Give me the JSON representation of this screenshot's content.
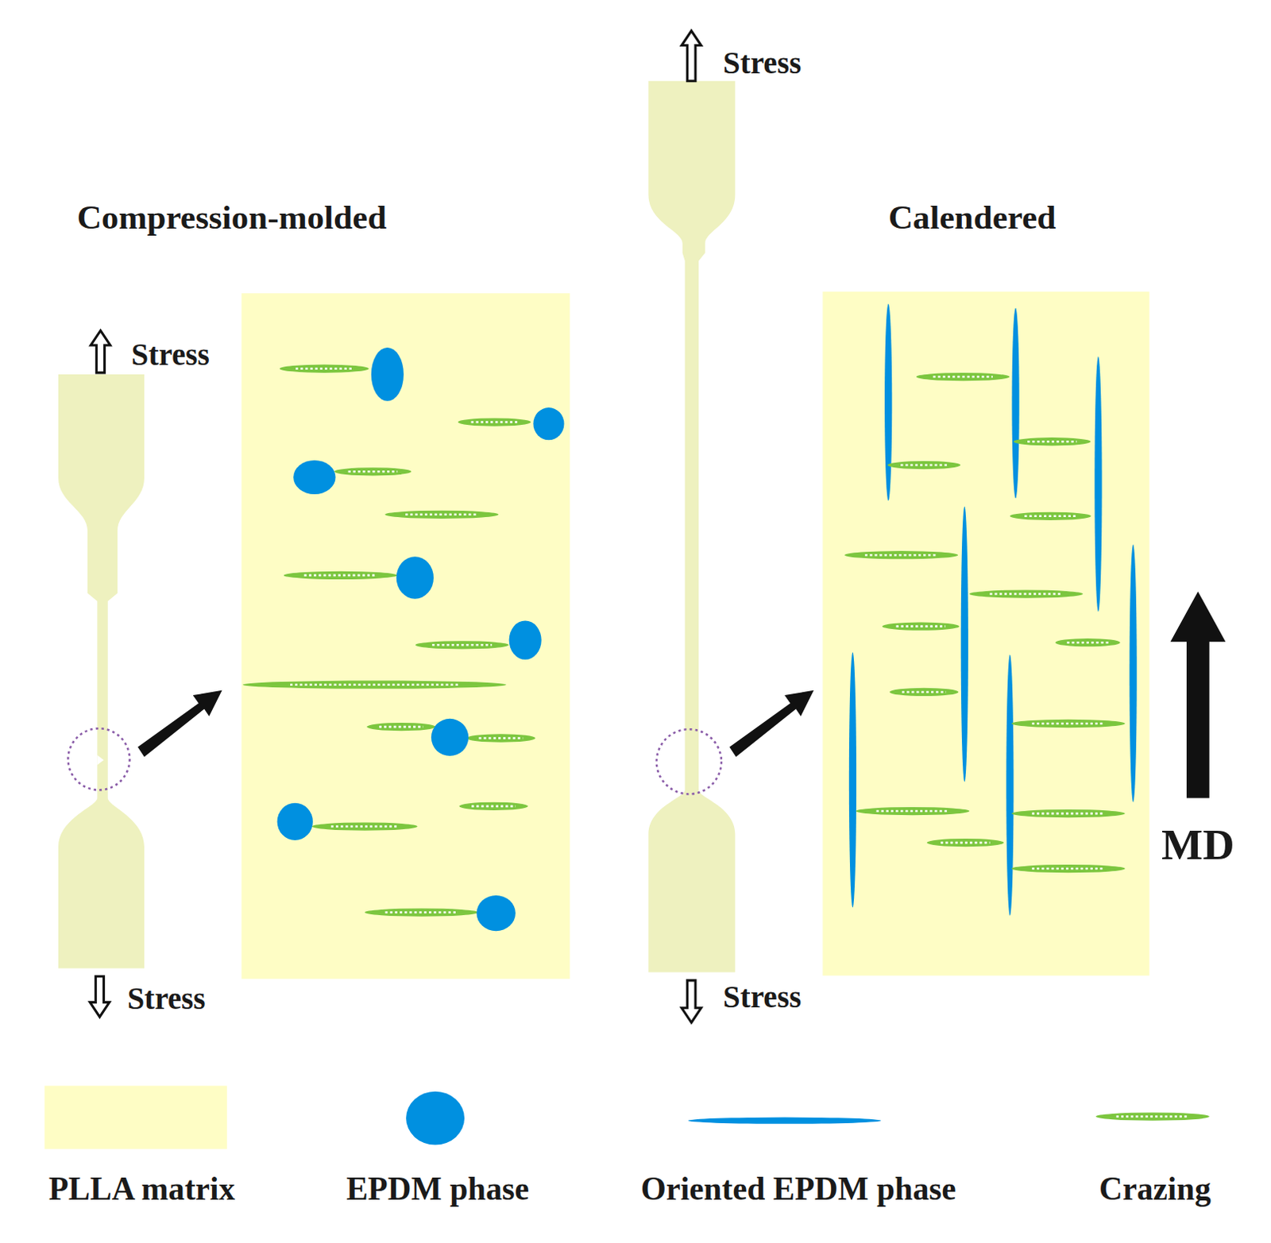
{
  "diagram": {
    "labels": [
      "Stress",
      "Compression-molded",
      "Calendered",
      "Stress",
      "MD",
      "Stress",
      "Stress"
    ],
    "legend": [
      {
        "text": "PLLA matrix",
        "color": "#fefdc5"
      },
      {
        "text": "EPDM phase"
      },
      {
        "text": "Oriented EPDM phase"
      },
      {
        "text": "Crazing"
      }
    ]
  }
}
